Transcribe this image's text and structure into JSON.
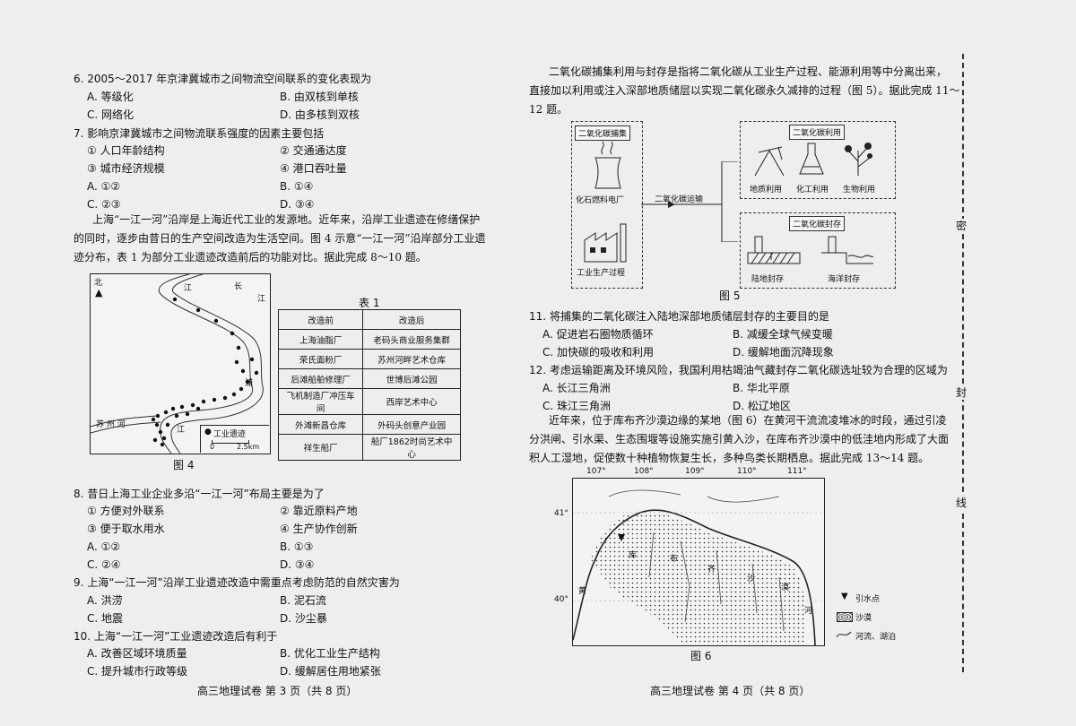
{
  "left": {
    "q6": {
      "stem": "6.  2005～2017 年京津冀城市之间物流空间联系的变化表现为",
      "A": "A.  等级化",
      "B": "B.  由双核到单核",
      "C": "C.  网络化",
      "D": "D.  由多核到双核"
    },
    "q7": {
      "stem": "7.  影响京津冀城市之间物流联系强度的因素主要包括",
      "o1": "①  人口年龄结构",
      "o2": "②  交通通达度",
      "o3": "③  城市经济规模",
      "o4": "④  港口吞吐量",
      "A": "A.  ①②",
      "B": "B.  ①④",
      "C": "C.  ②③",
      "D": "D.  ③④"
    },
    "intro": [
      "上海“一江一河”沿岸是上海近代工业的发源地。近年来，沿岸工业遗迹在修缮保护",
      "的同时，逐步由昔日的生产空间改造为生活空间。图 4 示意“一江一河”沿岸部分工业遗",
      "迹分布，表 1 为部分工业遗迹改造前后的功能对比。据此完成 8～10 题。"
    ],
    "map4": {
      "north": "北",
      "river_jiang": "江",
      "river_chang": "长",
      "river_su": "苏 州 河",
      "pu1": "浦",
      "pu2": "江",
      "legend": "工业遗迹",
      "scale0": "0",
      "scale1": "2.5km",
      "caption": "图 4"
    },
    "table1": {
      "title": "表 1",
      "headers": [
        "改造前",
        "改造后"
      ],
      "rows": [
        [
          "上海油脂厂",
          "老码头商业服务集群"
        ],
        [
          "荣氏面粉厂",
          "苏州河畔艺术仓库"
        ],
        [
          "后滩船舶修理厂",
          "世博后滩公园"
        ],
        [
          "飞机制造厂冲压车间",
          "西岸艺术中心"
        ],
        [
          "外滩新昌仓库",
          "外码头创意产业园"
        ],
        [
          "祥生船厂",
          "船厂1862时尚艺术中心"
        ]
      ]
    },
    "q8": {
      "stem": "8.  昔日上海工业企业多沿“一江一河”布局主要是为了",
      "o1": "①  方便对外联系",
      "o2": "②  靠近原料产地",
      "o3": "③  便于取水用水",
      "o4": "④  生产协作创新",
      "A": "A.  ①②",
      "B": "B.  ①③",
      "C": "C.  ②④",
      "D": "D.  ③④"
    },
    "q9": {
      "stem": "9.  上海“一江一河”沿岸工业遗迹改造中需重点考虑防范的自然灾害为",
      "A": "A.  洪涝",
      "B": "B.  泥石流",
      "C": "C.  地震",
      "D": "D.  沙尘暴"
    },
    "q10": {
      "stem": "10.  上海“一江一河”工业遗迹改造后有利于",
      "A": "A.  改善区域环境质量",
      "B": "B.  优化工业生产结构",
      "C": "C.  提升城市行政等级",
      "D": "D.  缓解居住用地紧张"
    },
    "footer": "高三地理试卷  第 3 页（共 8 页）"
  },
  "right": {
    "intro": [
      "二氧化碳捕集利用与封存是指将二氧化碳从工业生产过程、能源利用等中分离出来，",
      "直接加以利用或注入深部地质储层以实现二氧化碳永久减排的过程（图 5）。据此完成 11～",
      "12 题。"
    ],
    "fig5": {
      "capture": "二氧化碳捕集",
      "plant": "化石燃料电厂",
      "industry": "工业生产过程",
      "transport": "二氧化碳运输",
      "use": "二氧化碳利用",
      "geo_use": "地质利用",
      "chem_use": "化工利用",
      "bio_use": "生物利用",
      "storage": "二氧化碳封存",
      "land": "陆地封存",
      "ocean": "海洋封存",
      "caption": "图 5"
    },
    "q11": {
      "stem": "11.  将捕集的二氧化碳注入陆地深部地质储层封存的主要目的是",
      "A": "A.  促进岩石圈物质循环",
      "B": "B.  减缓全球气候变暖",
      "C": "C.  加快碳的吸收和利用",
      "D": "D.  缓解地面沉降现象"
    },
    "q12": {
      "stem": "12.  考虑运输距离及环境风险，我国利用枯竭油气藏封存二氧化碳选址较为合理的区域为",
      "A": "A.  长江三角洲",
      "B": "B.  华北平原",
      "C": "C.  珠江三角洲",
      "D": "D.  松辽地区"
    },
    "intro2": [
      "近年来，位于库布齐沙漠边缘的某地（图 6）在黄河干流流凌堆冰的时段，通过引凌",
      "分洪闸、引水渠、生态围堰等设施实施引黄入沙，在库布齐沙漠中的低洼地内形成了大面",
      "积人工湿地，促使数十种植物恢复生长，多种鸟类长期栖息。据此完成 13～14 题。"
    ],
    "fig6": {
      "lon": [
        "107°",
        "108°",
        "109°",
        "110°",
        "111°"
      ],
      "lat41": "41°",
      "lat40": "40°",
      "desert": [
        "库",
        "布",
        "齐",
        "沙",
        "漠"
      ],
      "huang": "黄",
      "he": "河",
      "legend_point": "引水点",
      "legend_desert": "沙漠",
      "legend_river": "河流、湖泊",
      "caption": "图 6"
    },
    "footer": "高三地理试卷  第 4 页（共 8 页）"
  },
  "margin_marks": [
    "密",
    "封",
    "线"
  ]
}
